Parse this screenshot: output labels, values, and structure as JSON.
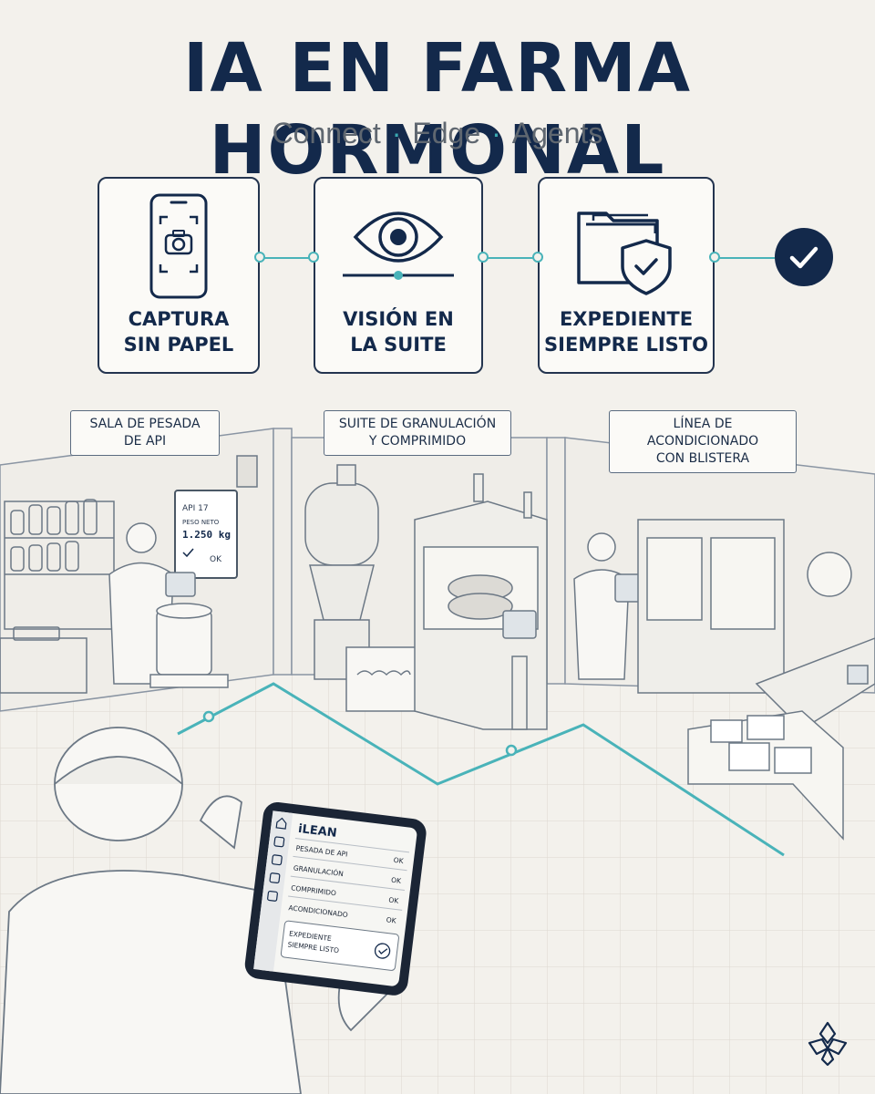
{
  "header": {
    "title": "IA EN FARMA HORMONAL",
    "subtitle": [
      "Connect",
      "Edge",
      "Agents"
    ],
    "separator": "·"
  },
  "steps": [
    {
      "line1": "CAPTURA",
      "line2": "SIN PAPEL",
      "icon": "phone-camera-icon"
    },
    {
      "line1": "VISIÓN EN",
      "line2": "LA SUITE",
      "icon": "eye-icon"
    },
    {
      "line1": "EXPEDIENTE",
      "line2": "SIEMPRE LISTO",
      "icon": "folder-shield-icon"
    }
  ],
  "zones": [
    {
      "line1": "SALA DE PESADA",
      "line2": "DE API"
    },
    {
      "line1": "SUITE DE GRANULACIÓN",
      "line2": "Y COMPRIMIDO"
    },
    {
      "line1": "LÍNEA DE ACONDICIONADO",
      "line2": "CON BLISTERA"
    }
  ],
  "scale_display": {
    "line1": "API 17",
    "line2": "PESO NETO",
    "value": "1.250 kg",
    "ok": "OK"
  },
  "tablet": {
    "brand": "iLEAN",
    "rows": [
      {
        "label": "PESADA DE API",
        "status": "OK"
      },
      {
        "label": "GRANULACIÓN",
        "status": "OK"
      },
      {
        "label": "COMPRIMIDO",
        "status": "OK"
      },
      {
        "label": "ACONDICIONADO",
        "status": "OK"
      }
    ],
    "summary_line1": "EXPEDIENTE",
    "summary_line2": "SIEMPRE LISTO"
  },
  "colors": {
    "navy": "#13294b",
    "teal": "#49b3b9",
    "background": "#f3f1ec"
  }
}
